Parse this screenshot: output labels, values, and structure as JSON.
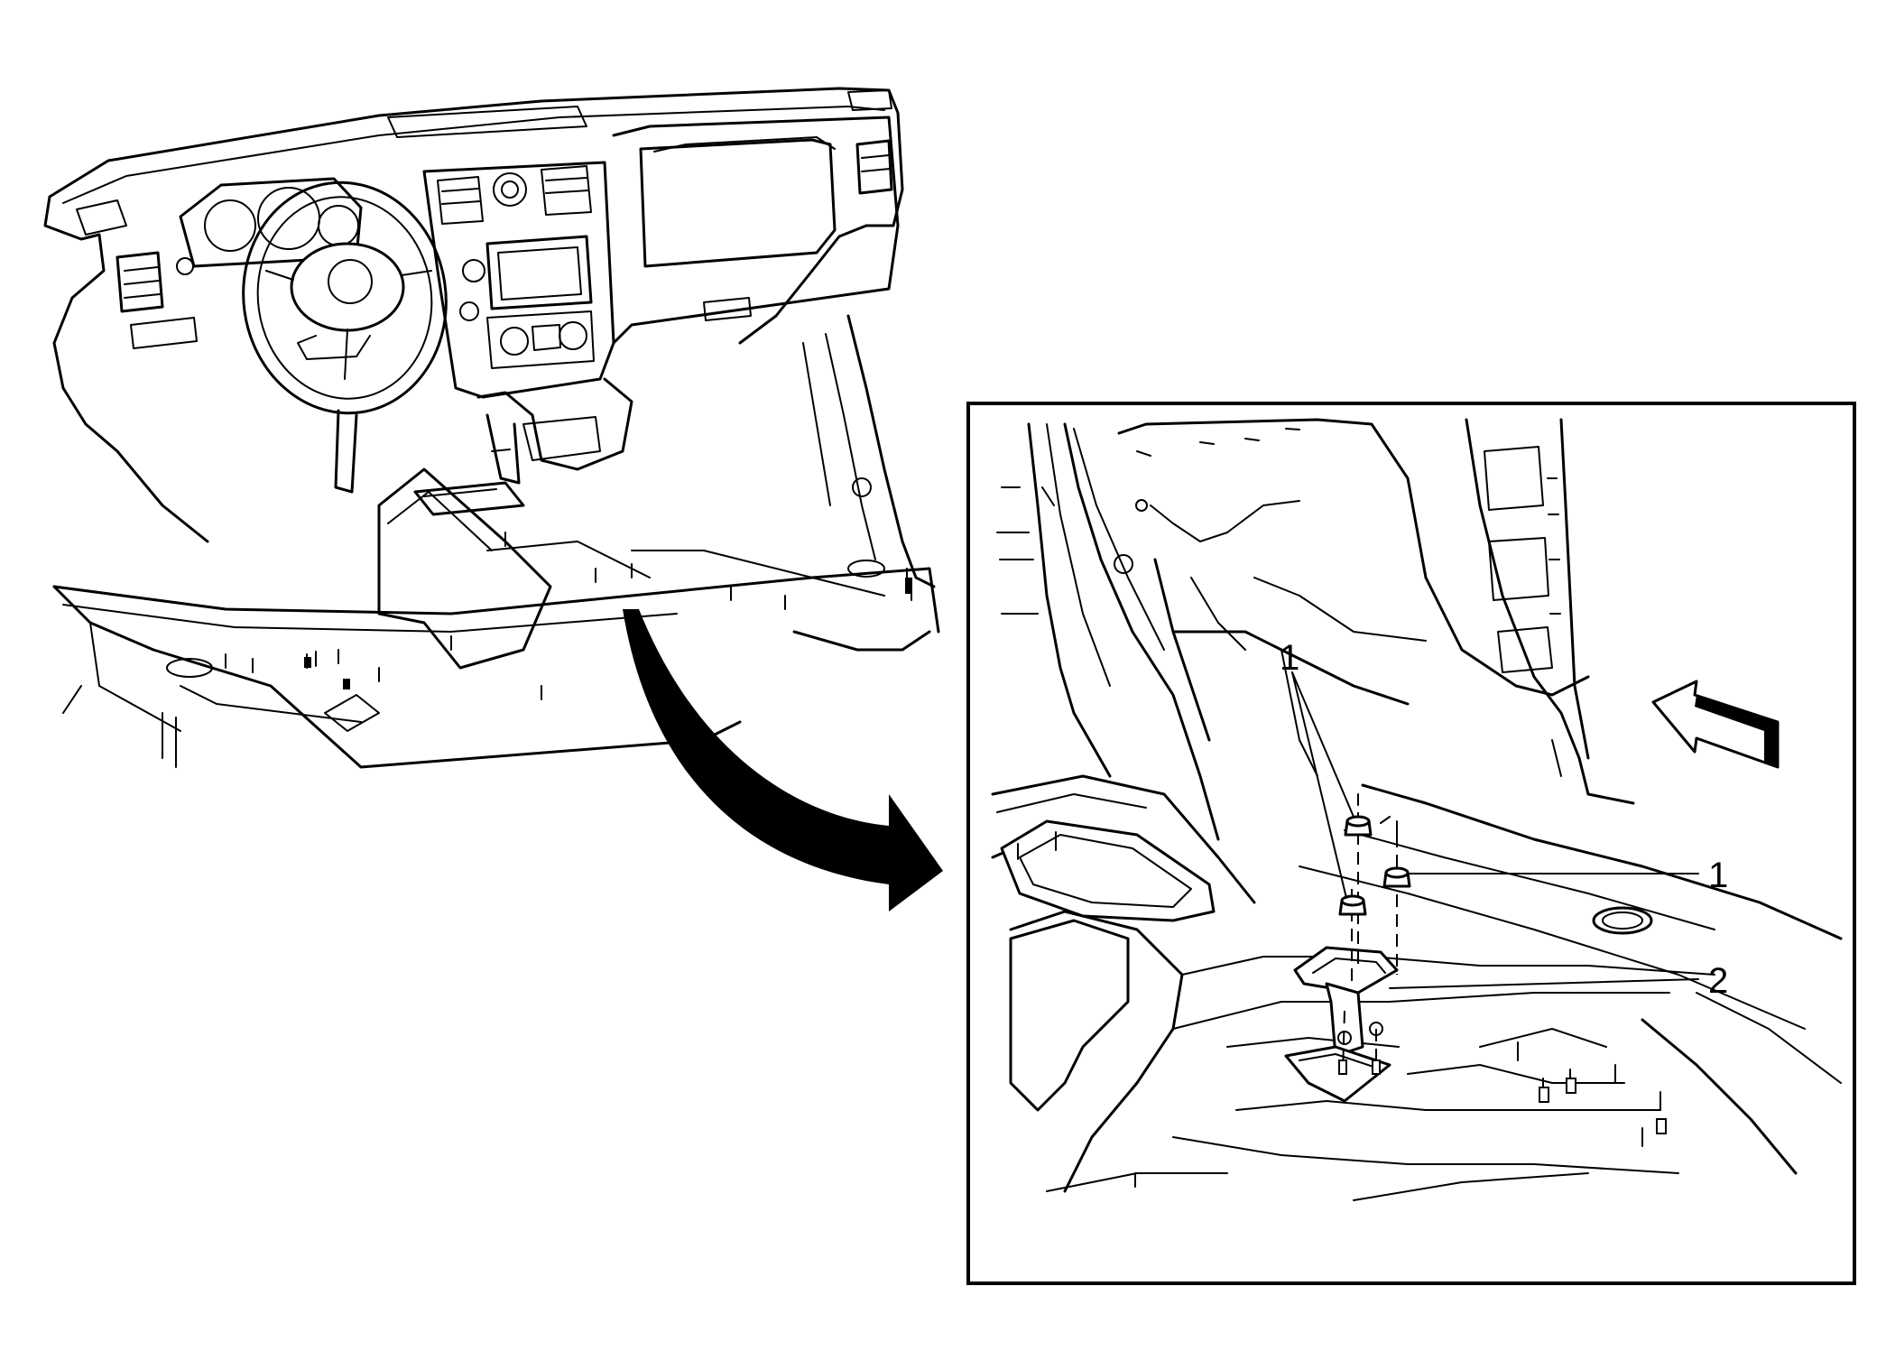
{
  "colors": {
    "line": "#000000",
    "background": "#ffffff"
  },
  "callouts": [
    {
      "label": "1"
    },
    {
      "label": "1"
    },
    {
      "label": "2"
    }
  ]
}
